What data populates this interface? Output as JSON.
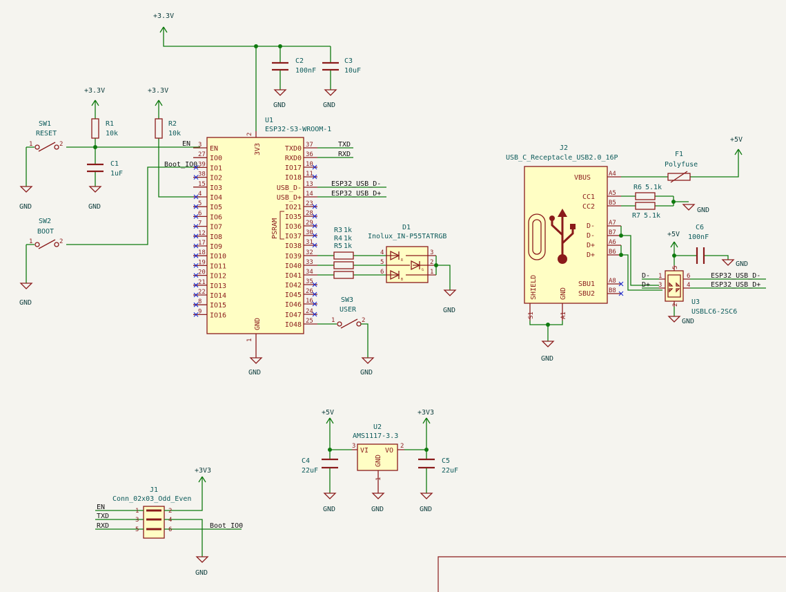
{
  "power": {
    "p3v3_top": "+3.3V",
    "p3v3_r1": "+3.3V",
    "p3v3_r2": "+3.3V",
    "p5v_usb": "+5V",
    "p5v_esd": "+5V",
    "p5v_reg": "+5V",
    "p3v3_reg": "+3V3",
    "p3v3_j1": "+3V3",
    "gnd": "GND"
  },
  "sw1": {
    "ref": "SW1",
    "value": "RESET",
    "pin1": "1",
    "pin2": "2"
  },
  "sw2": {
    "ref": "SW2",
    "value": "BOOT",
    "pin1": "1",
    "pin2": "2"
  },
  "sw3": {
    "ref": "SW3",
    "value": "USER",
    "pin1": "1",
    "pin2": "2"
  },
  "r1": {
    "ref": "R1",
    "value": "10k"
  },
  "r2": {
    "ref": "R2",
    "value": "10k"
  },
  "c1": {
    "ref": "C1",
    "value": "1uF"
  },
  "c2": {
    "ref": "C2",
    "value": "100nF"
  },
  "c3": {
    "ref": "C3",
    "value": "10uF"
  },
  "u1": {
    "ref": "U1",
    "value": "ESP32-S3-WROOM-1",
    "vdd_label": "3V3",
    "vdd_pin": "2",
    "gnd_label": "GND",
    "gnd_pin": "1",
    "psram": "PSRAM",
    "left_pins": [
      {
        "num": "3",
        "name": "EN"
      },
      {
        "num": "27",
        "name": "IO0"
      },
      {
        "num": "39",
        "name": "IO1"
      },
      {
        "num": "38",
        "name": "IO2"
      },
      {
        "num": "15",
        "name": "IO3"
      },
      {
        "num": "4",
        "name": "IO4"
      },
      {
        "num": "5",
        "name": "IO5"
      },
      {
        "num": "6",
        "name": "IO6"
      },
      {
        "num": "7",
        "name": "IO7"
      },
      {
        "num": "12",
        "name": "IO8"
      },
      {
        "num": "17",
        "name": "IO9"
      },
      {
        "num": "18",
        "name": "IO10"
      },
      {
        "num": "19",
        "name": "IO11"
      },
      {
        "num": "20",
        "name": "IO12"
      },
      {
        "num": "21",
        "name": "IO13"
      },
      {
        "num": "22",
        "name": "IO14"
      },
      {
        "num": "8",
        "name": "IO15"
      },
      {
        "num": "9",
        "name": "IO16"
      }
    ],
    "right_pins": [
      {
        "num": "37",
        "name": "TXD0"
      },
      {
        "num": "36",
        "name": "RXD0"
      },
      {
        "num": "10",
        "name": "IO17"
      },
      {
        "num": "11",
        "name": "IO18"
      },
      {
        "num": "13",
        "name": "USB_D-"
      },
      {
        "num": "14",
        "name": "USB_D+"
      },
      {
        "num": "23",
        "name": "IO21"
      },
      {
        "num": "28",
        "name": "IO35"
      },
      {
        "num": "29",
        "name": "IO36"
      },
      {
        "num": "30",
        "name": "IO37"
      },
      {
        "num": "31",
        "name": "IO38"
      },
      {
        "num": "32",
        "name": "IO39"
      },
      {
        "num": "33",
        "name": "IO40"
      },
      {
        "num": "34",
        "name": "IO41"
      },
      {
        "num": "35",
        "name": "IO42"
      },
      {
        "num": "26",
        "name": "IO45"
      },
      {
        "num": "16",
        "name": "IO46"
      },
      {
        "num": "24",
        "name": "IO47"
      },
      {
        "num": "25",
        "name": "IO48"
      }
    ]
  },
  "nets": {
    "en": "EN",
    "boot_io0": "Boot_IO0",
    "txd": "TXD",
    "rxd": "RXD",
    "esp_usb_dm": "ESP32_USB_D-",
    "esp_usb_dp": "ESP32_USB_D+",
    "dm": "D-",
    "dp": "D+"
  },
  "r3": {
    "ref": "R3",
    "value": "1k"
  },
  "r4": {
    "ref": "R4",
    "value": "1k"
  },
  "r5": {
    "ref": "R5",
    "value": "1k"
  },
  "d1": {
    "ref": "D1",
    "value": "Inolux_IN-P55TATRGB",
    "pins": [
      "4",
      "5",
      "6",
      "3",
      "2",
      "1"
    ],
    "mini_letters": [
      "R",
      "G",
      "B"
    ]
  },
  "j2": {
    "ref": "J2",
    "value": "USB_C_Receptacle_USB2.0_16P",
    "vbus": "VBUS",
    "cc1": "CC1",
    "cc2": "CC2",
    "dm": "D-",
    "dp": "D+",
    "sbu1": "SBU1",
    "sbu2": "SBU2",
    "shield": "SHIELD",
    "gnd": "GND",
    "pins": [
      "A4",
      "A5",
      "B5",
      "A7",
      "B7",
      "A6",
      "B6",
      "A8",
      "B8",
      "S1",
      "A1"
    ]
  },
  "f1": {
    "ref": "F1",
    "value": "Polyfuse"
  },
  "r6": {
    "ref": "R6",
    "value": "5.1k"
  },
  "r7": {
    "ref": "R7",
    "value": "5.1k"
  },
  "c6": {
    "ref": "C6",
    "value": "100nF"
  },
  "u3": {
    "ref": "U3",
    "value": "USBLC6-2SC6",
    "pins": [
      "5",
      "1",
      "3",
      "2",
      "6",
      "4"
    ]
  },
  "u2": {
    "ref": "U2",
    "value": "AMS1117-3.3",
    "vi": "VI",
    "vo": "VO",
    "gnd": "GND",
    "pin_in": "3",
    "pin_out": "2",
    "pin_gnd": "1"
  },
  "c4": {
    "ref": "C4",
    "value": "22uF"
  },
  "c5": {
    "ref": "C5",
    "value": "22uF"
  },
  "j1": {
    "ref": "J1",
    "value": "Conn_02x03_Odd_Even",
    "pins": [
      "1",
      "2",
      "3",
      "4",
      "5",
      "6"
    ]
  }
}
